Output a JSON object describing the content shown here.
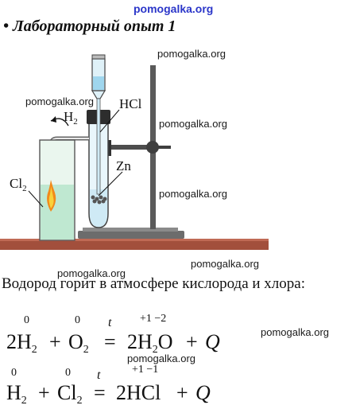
{
  "watermark": "pomogalka.org",
  "header": {
    "title": "• Лабораторный опыт 1"
  },
  "apparatus": {
    "labels": {
      "h2": "H",
      "h2_sub": "2",
      "hcl": "HCl",
      "zn": "Zn",
      "cl2": "Cl",
      "cl2_sub": "2"
    }
  },
  "body_text": "Водород горит в атмосфере кислорода и хлора:",
  "equation1": {
    "ox_h": "0",
    "ox_o": "0",
    "cond": "t",
    "ox_prod": "+1  −2",
    "coef_h": "2",
    "h": "H",
    "h_sub": "2",
    "plus1": "+",
    "o": "O",
    "o_sub": "2",
    "eq": "=",
    "prod": "2H",
    "prod_sub": "2",
    "prod_o": "O",
    "plus2": "+",
    "q": "Q"
  },
  "equation2": {
    "ox_h": "0",
    "ox_cl": "0",
    "cond": "t",
    "ox_prod": "+1 −1",
    "h": "H",
    "h_sub": "2",
    "plus1": "+",
    "cl": "Cl",
    "cl_sub": "2",
    "eq": "=",
    "prod": "2HCl",
    "plus2": "+",
    "q": "Q"
  }
}
